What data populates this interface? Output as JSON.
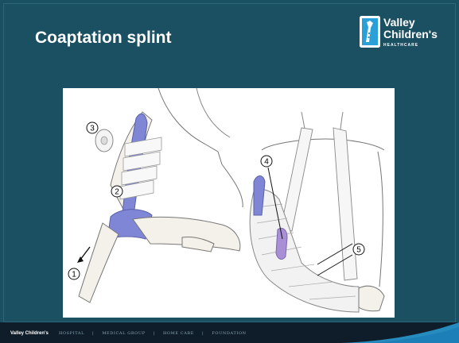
{
  "slide": {
    "title": "Coaptation splint"
  },
  "logo": {
    "line1": "Valley",
    "line2": "Children's",
    "line3": "HEALTHCARE",
    "icon": "giraffe-logo-icon"
  },
  "illustration": {
    "callouts": [
      "1",
      "2",
      "3",
      "4",
      "5"
    ]
  },
  "footer": {
    "brand": "Valley Children's",
    "items": [
      "HOSPITAL",
      "MEDICAL GROUP",
      "HOME CARE",
      "FOUNDATION"
    ]
  },
  "colors": {
    "background": "#1b4f62",
    "footer": "#0f1d2a",
    "splint": "#7f86d6",
    "padding": "#a98fd6",
    "accent": "#2a9fd8"
  }
}
